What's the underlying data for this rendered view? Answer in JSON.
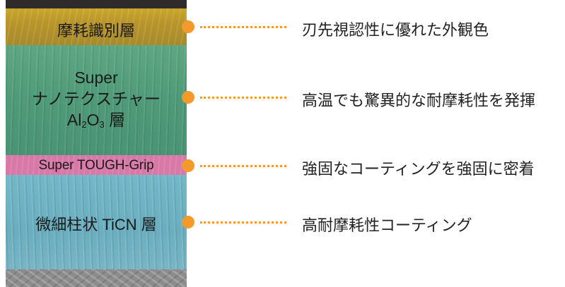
{
  "layers": {
    "wear_indicator": "摩耗識別層",
    "alumina_line1": "Super",
    "alumina_line2": "ナノテクスチャー",
    "alumina_line3_prefix": "Al",
    "alumina_sub1": "2",
    "alumina_mid": "O",
    "alumina_sub2": "3",
    "alumina_suffix": " 層",
    "grip": "Super TOUGH-Grip",
    "ticn": "微細柱状 TiCN 層"
  },
  "descriptions": {
    "wear_indicator": "刃先視認性に優れた外観色",
    "alumina": "高温でも驚異的な耐摩耗性を発揮",
    "grip": "強固なコーティングを強固に密着",
    "ticn": "高耐摩耗性コーティング"
  },
  "colors": {
    "accent": "#f39a2b",
    "wear_layer": "#c9a62a",
    "alumina_layer": "#4f9a78",
    "grip_layer": "#d778a7",
    "ticn_layer": "#6aaebf"
  }
}
